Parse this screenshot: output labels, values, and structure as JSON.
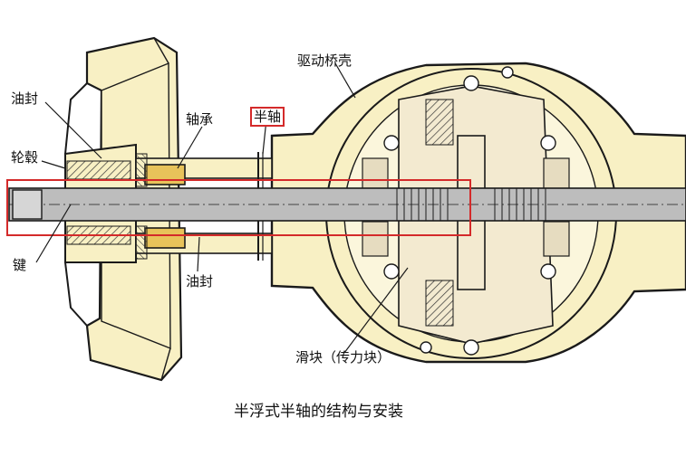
{
  "labels": {
    "oil_seal_top": "油封",
    "hub": "轮毂",
    "key": "键",
    "bearing": "轴承",
    "half_shaft": "半轴",
    "axle_housing": "驱动桥壳",
    "oil_seal_bottom": "油封",
    "slider": "滑块（传力块）"
  },
  "caption": "半浮式半轴的结构与安装",
  "colors": {
    "housing_fill": "#f8f0c4",
    "shaft_fill": "#bdbdbd",
    "outline": "#1a1a1a",
    "highlight": "#d42a2a",
    "bearing_fill": "#e8c35a"
  }
}
